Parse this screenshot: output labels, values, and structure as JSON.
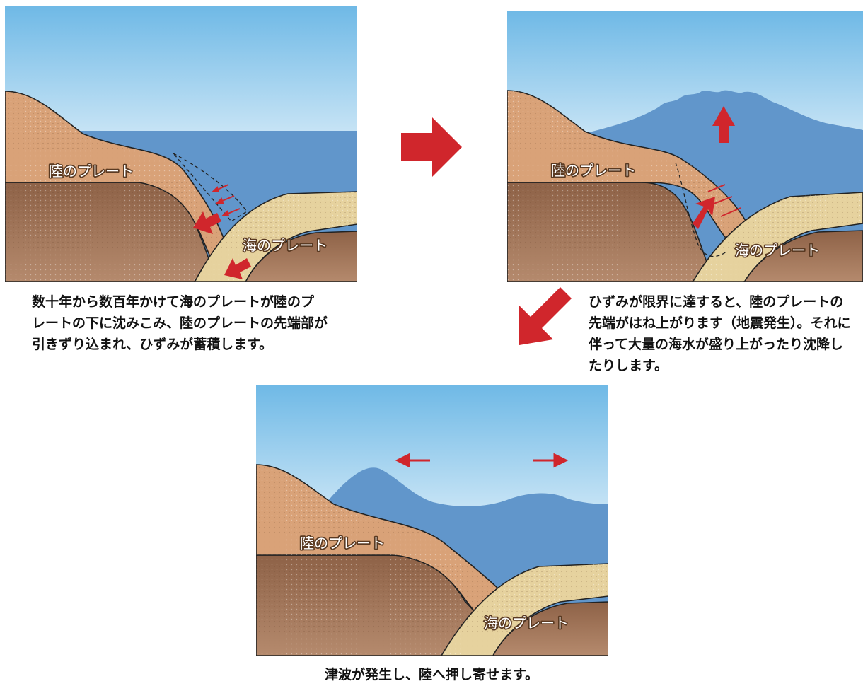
{
  "panel1": {
    "land_label": "陸のプレート",
    "sea_label": "海のプレート",
    "caption": "数十年から数百年かけて海のプレートが陸のプ\nレートの下に沈みこみ、陸のプレートの先端部が\n引きずり込まれ、ひずみが蓄積します。"
  },
  "panel2": {
    "land_label": "陸のプレート",
    "sea_label": "海のプレート",
    "caption": "ひずみが限界に達すると、陸のプレートの\n先端がはね上がります（地震発生）。それに\n伴って大量の海水が盛り上がったり沈降し\nたりします。"
  },
  "panel3": {
    "land_label": "陸のプレート",
    "sea_label": "海のプレート",
    "caption": "津波が発生し、陸へ押し寄せます。"
  },
  "colors": {
    "sea": "#6196cb",
    "land_plate": "#d9a278",
    "deep_land": "#9e7154",
    "ocean_plate": "#e6d29e",
    "arrow_red": "#d0262c",
    "sky_top": "#6fb9e6"
  }
}
